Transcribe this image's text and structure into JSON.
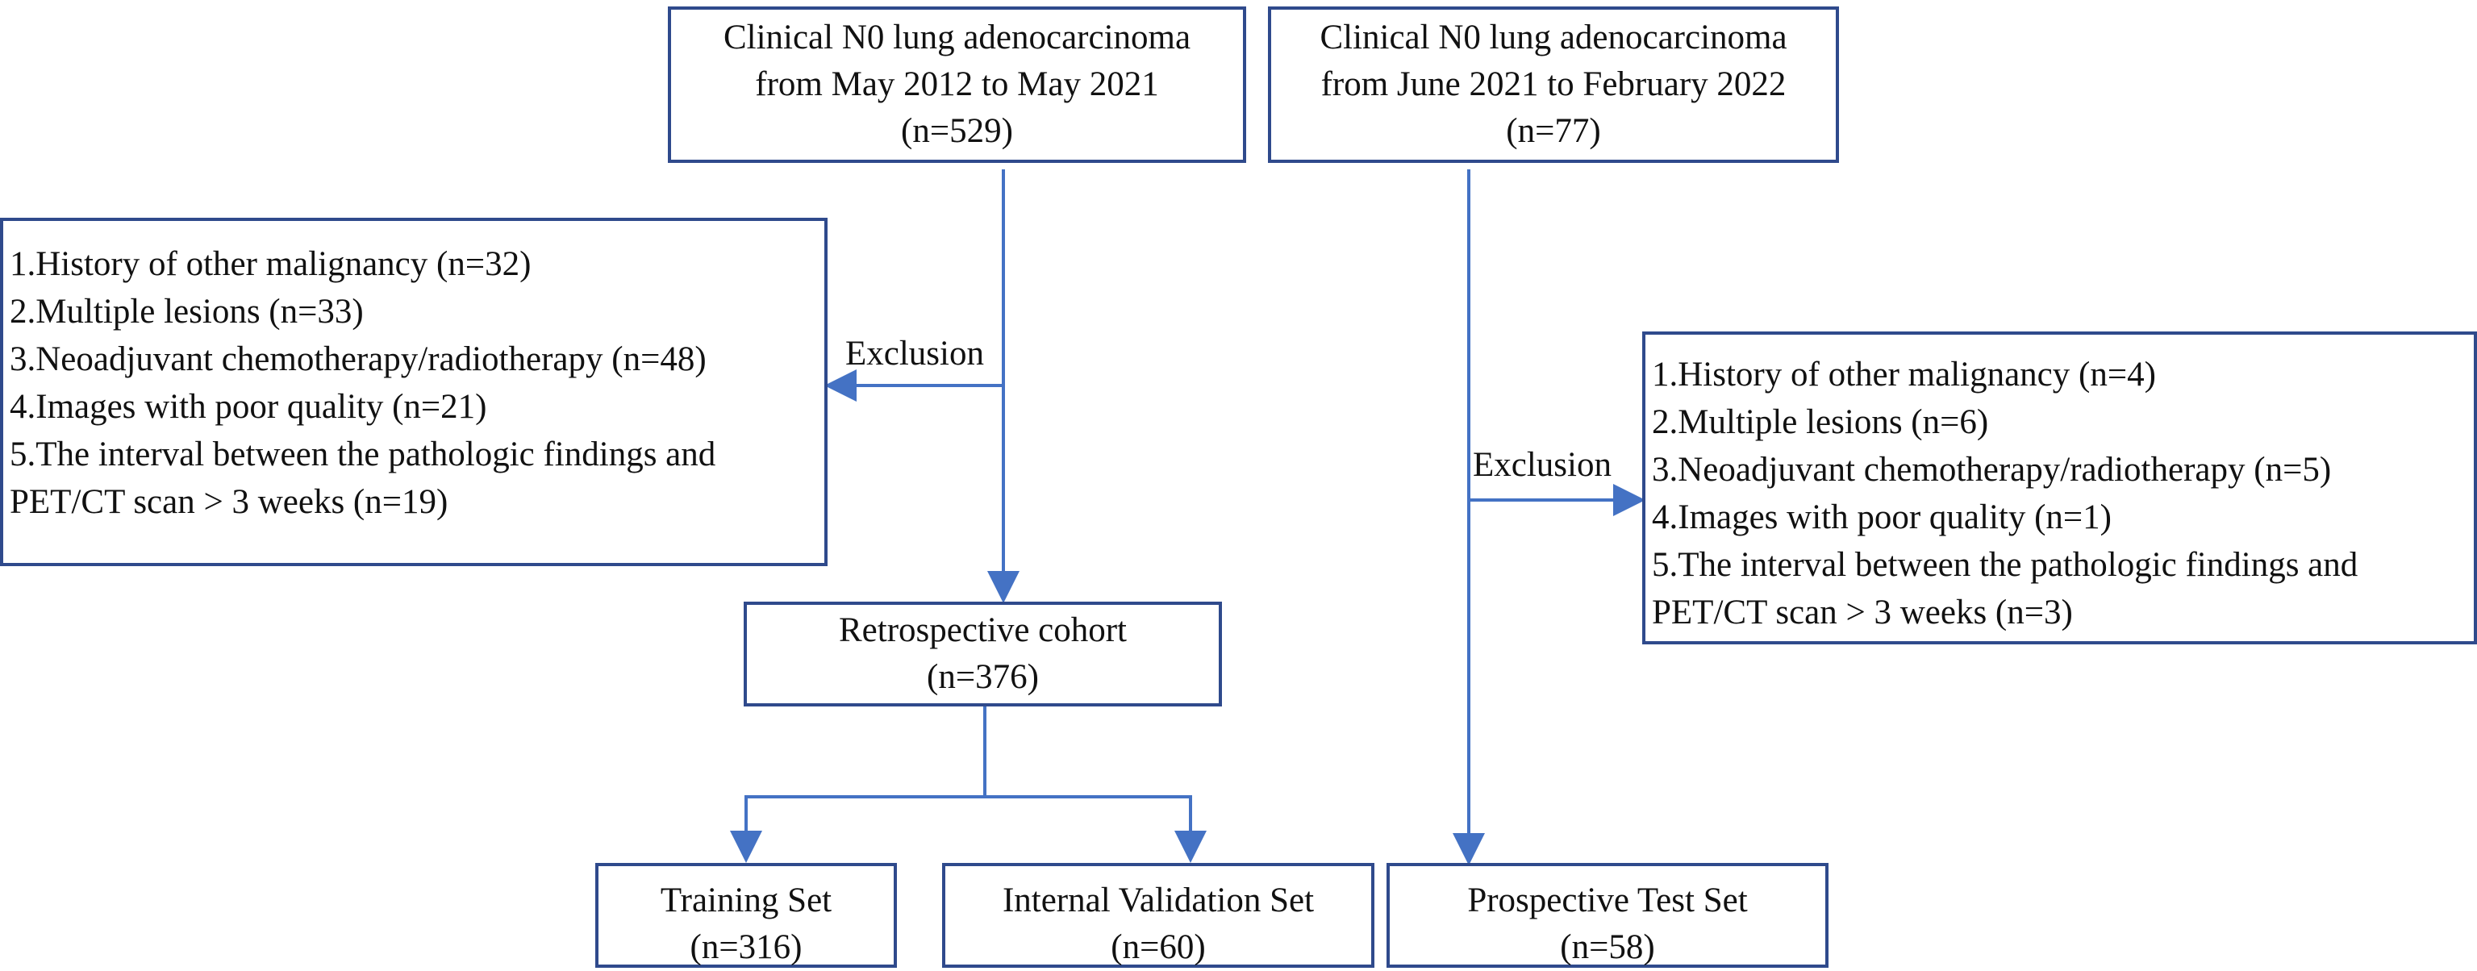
{
  "nodes": {
    "source_a": {
      "lines": [
        "Clinical N0 lung adenocarcinoma",
        "from May 2012 to May 2021",
        "(n=529)"
      ]
    },
    "source_b": {
      "lines": [
        "Clinical N0 lung adenocarcinoma",
        "from June 2021 to February 2022",
        "(n=77)"
      ]
    },
    "exclusion_a": {
      "lines": [
        "1.History of other malignancy (n=32)",
        "2.Multiple lesions (n=33)",
        "3.Neoadjuvant chemotherapy/radiotherapy (n=48)",
        "4.Images with poor quality (n=21)",
        "5.The interval between the pathologic findings and",
        "PET/CT scan > 3 weeks (n=19)"
      ]
    },
    "exclusion_b": {
      "lines": [
        "1.History of other malignancy (n=4)",
        "2.Multiple lesions (n=6)",
        "3.Neoadjuvant chemotherapy/radiotherapy (n=5)",
        "4.Images with poor quality (n=1)",
        "5.The interval between the pathologic findings and",
        "PET/CT scan > 3 weeks (n=3)"
      ]
    },
    "retrospective": {
      "lines": [
        "Retrospective cohort",
        "(n=376)"
      ]
    },
    "training": {
      "lines": [
        "Training Set",
        "(n=316)"
      ]
    },
    "internal_validation": {
      "lines": [
        "Internal Validation Set",
        "(n=60)"
      ]
    },
    "prospective_test": {
      "lines": [
        "Prospective Test Set",
        "(n=58)"
      ]
    }
  },
  "edge_labels": {
    "exclusion_a": "Exclusion",
    "exclusion_b": "Exclusion"
  },
  "colors": {
    "box_border": "#2f4a8c",
    "connector": "#4472c4",
    "text": "#111111"
  }
}
